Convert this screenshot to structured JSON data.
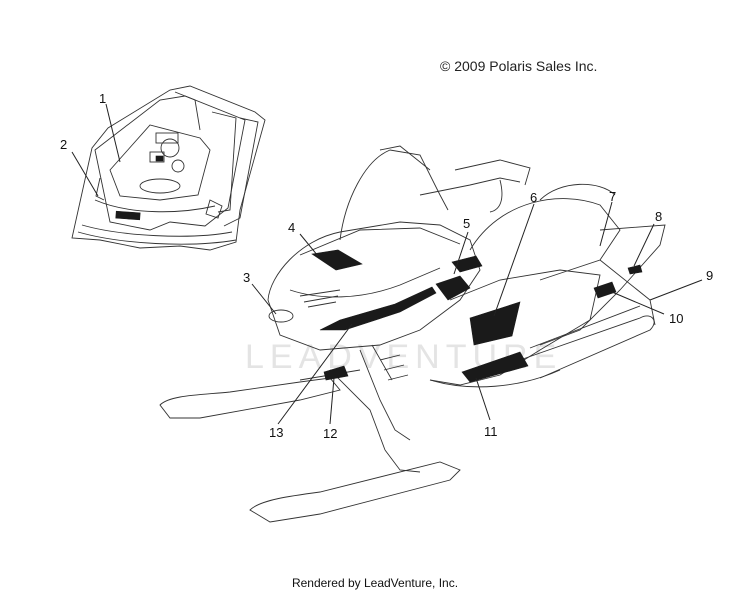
{
  "header": {
    "copyright": "© 2009 Polaris Sales Inc."
  },
  "footer": {
    "rendered_by": "Rendered by LeadVenture, Inc."
  },
  "watermark": {
    "text": "LEADVENTURE"
  },
  "callouts": [
    "1",
    "2",
    "3",
    "4",
    "5",
    "6",
    "7",
    "8",
    "9",
    "10",
    "11",
    "12",
    "13"
  ],
  "colors": {
    "line": "#222222",
    "decal": "#1a1a1a",
    "watermark": "#e4e4e4"
  }
}
